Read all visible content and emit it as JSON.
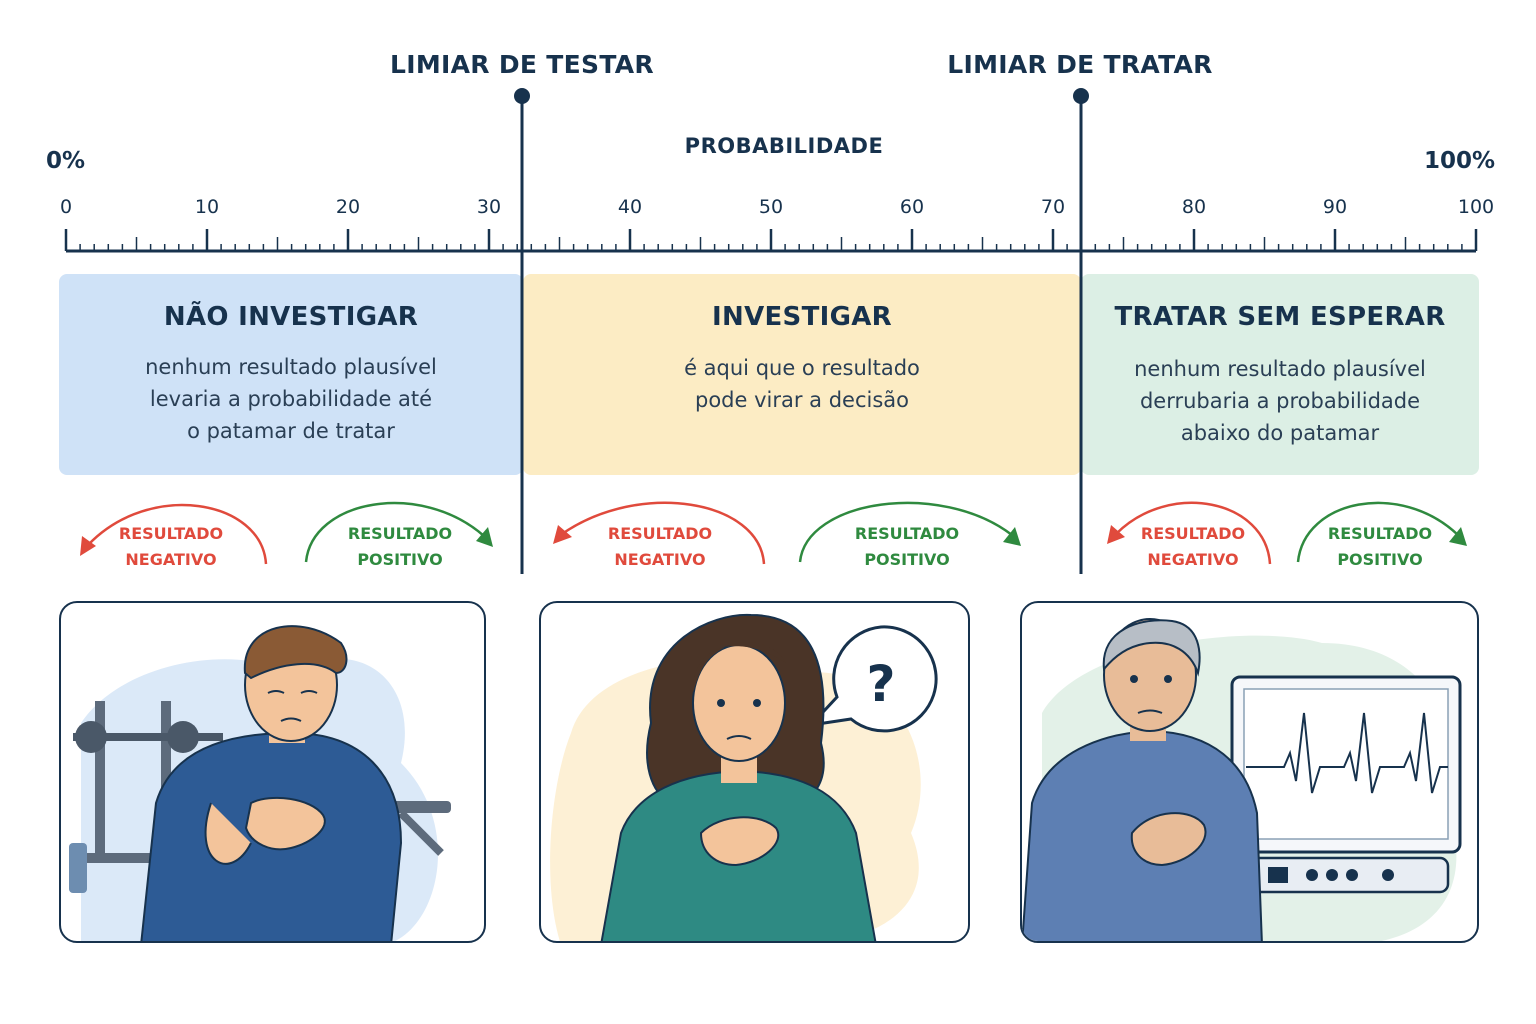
{
  "thresholds": {
    "test": {
      "label": "LIMIAR DE TESTAR"
    },
    "treat": {
      "label": "LIMIAR DE TRATAR"
    }
  },
  "scale": {
    "title": "PROBABILIDADE",
    "left_pct": "0%",
    "right_pct": "100%",
    "tick_labels": [
      "0",
      "10",
      "20",
      "30",
      "40",
      "50",
      "60",
      "70",
      "80",
      "90",
      "100"
    ]
  },
  "zones": [
    {
      "title": "NÃO INVESTIGAR",
      "description": "nenhum resultado plausível\nlevaria a probabilidade até\no patamar de tratar",
      "color": "#cfe2f7"
    },
    {
      "title": "INVESTIGAR",
      "description": "é aqui que o resultado\npode virar a decisão",
      "color": "#fcecc4"
    },
    {
      "title": "TRATAR SEM ESPERAR",
      "description": "nenhum resultado plausível\nderrubaria a probabilidade\nabaixo do patamar",
      "color": "#dcefe5"
    }
  ],
  "arrows": {
    "negative": "RESULTADO\nNEGATIVO",
    "positive": "RESULTADO\nPOSITIVO",
    "negative_color": "#e04a3c",
    "positive_color": "#2f8a3f"
  },
  "panels": {
    "middle_symbol": "?"
  }
}
